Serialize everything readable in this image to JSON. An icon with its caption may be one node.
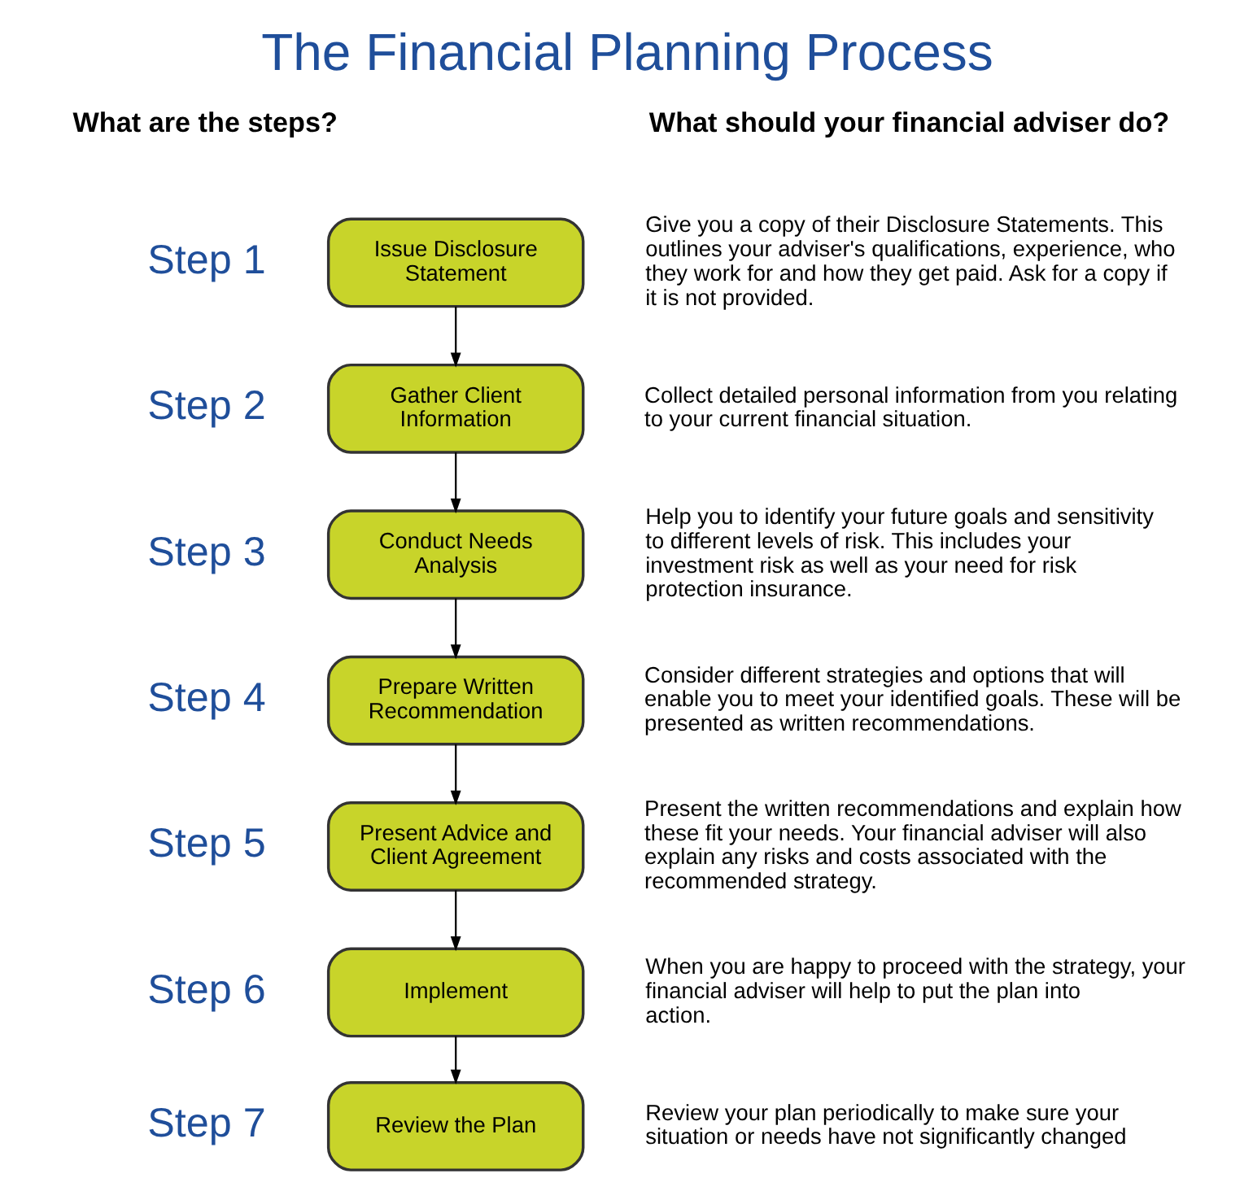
{
  "diagram": {
    "title": "The Financial Planning Process",
    "nodes": [
      {
        "text": [
          "Issue Disclosure Statement"
        ],
        "beside": [
          "Step 1",
          "Give you a copy of their Disclosure Statements. This outlines your adviser's qualifications, experience, who they work for and how they get paid. Ask for a copy if it is not provided."
        ]
      },
      {
        "text": [
          "Gather Client Information"
        ],
        "beside": [
          "Step 2",
          "Collect detailed personal information from you relating to your current financial situation."
        ]
      },
      {
        "text": [
          "Conduct Needs Analysis"
        ],
        "beside": [
          "Step 3",
          "Help you to identify your future goals and sensitivity to different levels of risk. This includes your investment risk as well as your need for risk protection insurance."
        ]
      },
      {
        "text": [
          "Prepare Written Recommendation"
        ],
        "beside": [
          "Step 4",
          "Consider different strategies and options that will enable you to meet your identified goals. These will be presented as written recommendations."
        ]
      },
      {
        "text": [
          "Present Advice and Client Agreement"
        ],
        "beside": [
          "Step 5",
          "Present the written recommendations and explain how these fit your needs. Your financial adviser will also explain any risks and costs associated with the recommended strategy."
        ]
      },
      {
        "text": [
          "Implement"
        ],
        "beside": [
          "Step 6",
          "When you are happy to proceed with the strategy, your financial adviser will help to put the plan into action."
        ]
      },
      {
        "text": [
          "Review the Plan"
        ],
        "beside": [
          "Step 7",
          "Review your plan periodically to make sure your situation or needs have not significantly changed"
        ]
      }
    ],
    "edges": [
      {
        "from": 0,
        "to": 1,
        "arrow": "to"
      },
      {
        "from": 1,
        "to": 2,
        "arrow": "to"
      },
      {
        "from": 2,
        "to": 3,
        "arrow": "to"
      },
      {
        "from": 3,
        "to": 4,
        "arrow": "to"
      },
      {
        "from": 4,
        "to": 5,
        "arrow": "to"
      },
      {
        "from": 5,
        "to": 6,
        "arrow": "to"
      }
    ],
    "labels": [
      "What are the steps?",
      "What should your financial adviser do?"
    ]
  }
}
